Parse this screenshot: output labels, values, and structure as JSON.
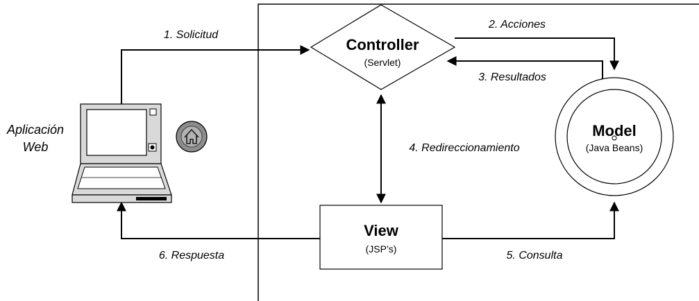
{
  "nodes": {
    "controller": {
      "title": "Controller",
      "subtitle": "(Servlet)"
    },
    "model": {
      "title": "Model",
      "subtitle": "(Java Beans)"
    },
    "view": {
      "title": "View",
      "subtitle": "(JSP’s)"
    },
    "client": {
      "label_line1": "Aplicación",
      "label_line2": "Web"
    }
  },
  "edges": {
    "request": "1. Solicitud",
    "actions": "2. Acciones",
    "results": "3. Resultados",
    "redirect": "4. Redireccionamiento",
    "query": "5. Consulta",
    "response": "6. Respuesta"
  },
  "icons": {
    "computer": "laptop-computer-icon",
    "home": "home-icon"
  },
  "colors": {
    "stroke": "#000000",
    "home_button_fill": "#8c8c8c",
    "laptop_body": "#d9d9d9",
    "laptop_screen": "#ffffff"
  }
}
